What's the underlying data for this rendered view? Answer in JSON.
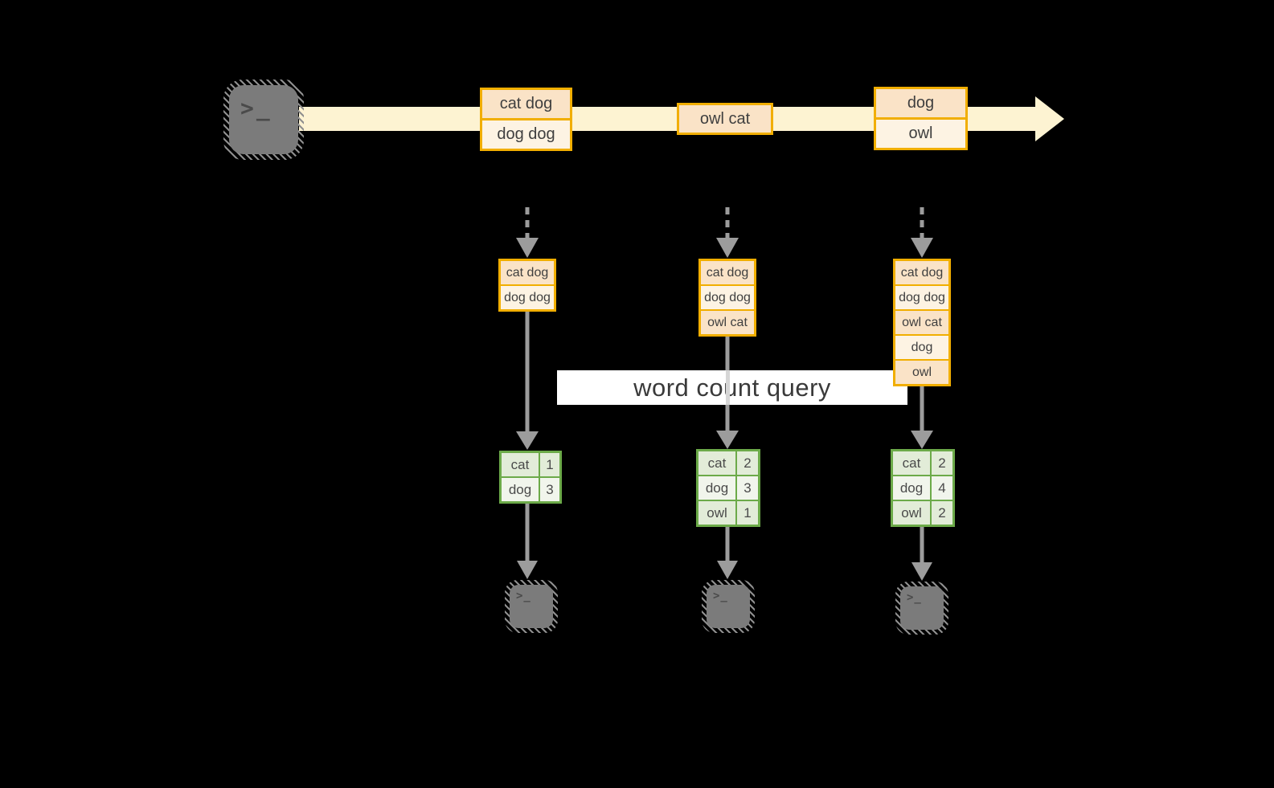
{
  "query": {
    "label": "word count query"
  },
  "icons": {
    "terminal_prompt": ">_"
  },
  "stream": {
    "batches": [
      {
        "items": [
          "cat dog",
          "dog dog"
        ]
      },
      {
        "items": [
          "owl cat"
        ]
      },
      {
        "items": [
          "dog",
          "owl"
        ]
      }
    ]
  },
  "columns": [
    {
      "buffer": [
        "cat dog",
        "dog dog"
      ],
      "counts": [
        {
          "word": "cat",
          "count": 1
        },
        {
          "word": "dog",
          "count": 3
        }
      ]
    },
    {
      "buffer": [
        "cat dog",
        "dog dog",
        "owl cat"
      ],
      "counts": [
        {
          "word": "cat",
          "count": 2
        },
        {
          "word": "dog",
          "count": 3
        },
        {
          "word": "owl",
          "count": 1
        }
      ]
    },
    {
      "buffer": [
        "cat dog",
        "dog dog",
        "owl cat",
        "dog",
        "owl"
      ],
      "counts": [
        {
          "word": "cat",
          "count": 2
        },
        {
          "word": "dog",
          "count": 4
        },
        {
          "word": "owl",
          "count": 2
        }
      ]
    }
  ],
  "colors": {
    "background": "#000000",
    "gold_border": "#f1ae00",
    "peach_cell": "#fae3c7",
    "cream_cell": "#fdf3e3",
    "stream_band": "#fdf3d2",
    "green_border": "#6caa49",
    "green_cell": "#e2ecd8",
    "green_cell_light": "#f1f5ec",
    "arrow_gray": "#9c9c9c",
    "text": "#3f3f3f",
    "query_band": "#ffffff",
    "terminal_gray": "#7b7b7b"
  }
}
